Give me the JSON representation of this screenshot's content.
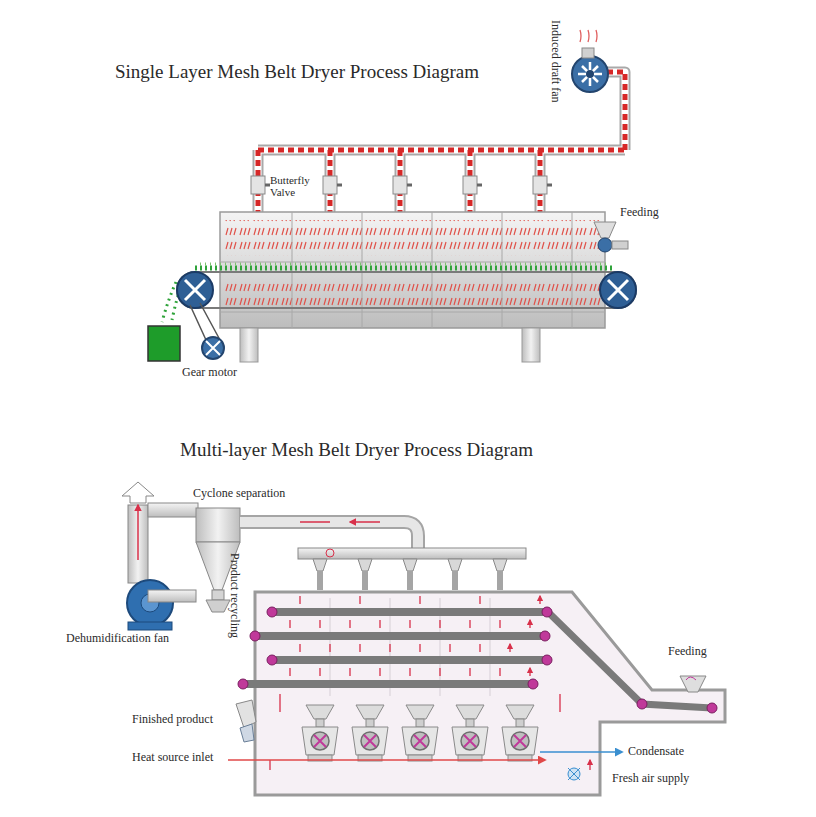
{
  "diagram": {
    "title": "Single Layer Mesh Belt Dryer Process Diagram",
    "labels": [
      "Induced draft fan",
      "Butterfly Valve",
      "Feeding",
      "Gear motor",
      "Multi-layer Mesh Belt Dryer Process Diagram",
      "Cyclone separation",
      "Product recycling",
      "Dehumidification fan",
      "Feeding",
      "Finished product",
      "Heat source inlet",
      "Condensate",
      "Fresh air supply"
    ]
  }
}
